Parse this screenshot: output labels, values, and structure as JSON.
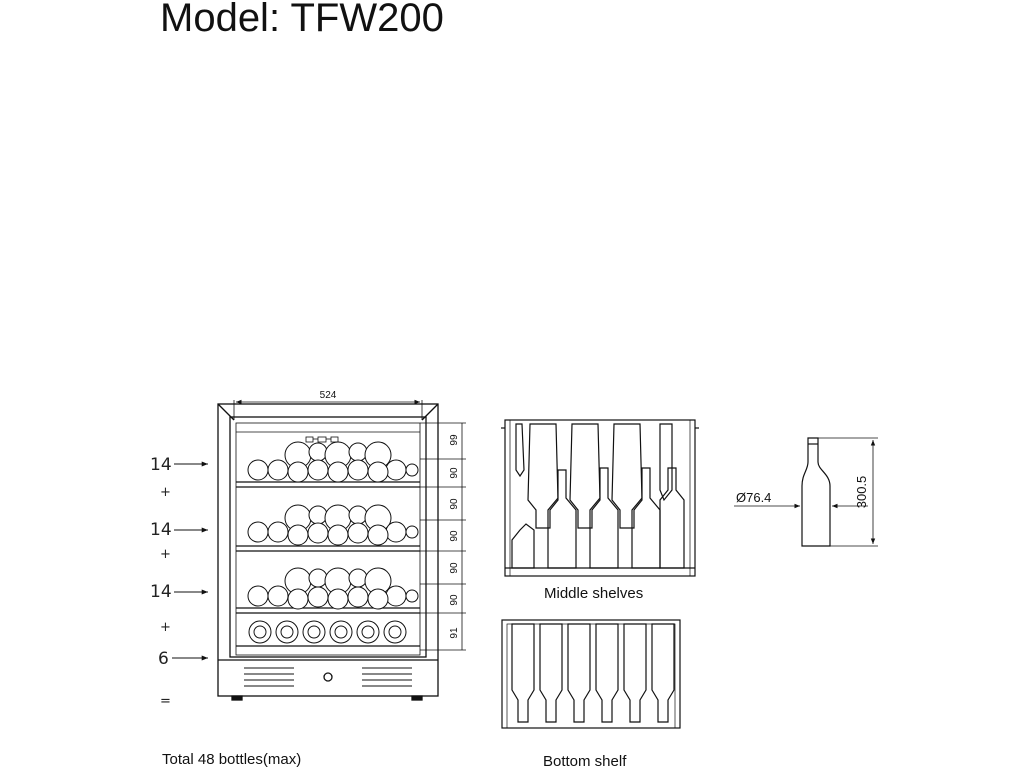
{
  "title": "Model: TFW200",
  "front_view": {
    "width_dim": "524",
    "height_dims": [
      "99",
      "90",
      "90",
      "90",
      "90",
      "90",
      "91"
    ],
    "counts": [
      "14",
      "14",
      "14",
      "6"
    ],
    "plus": "+",
    "equals": "=",
    "total": "Total 48 bottles(max)"
  },
  "middle_shelves": {
    "caption": "Middle shelves"
  },
  "bottom_shelf": {
    "caption": "Bottom shelf"
  },
  "bottle": {
    "diameter": "Ø76.4",
    "height": "300.5"
  }
}
